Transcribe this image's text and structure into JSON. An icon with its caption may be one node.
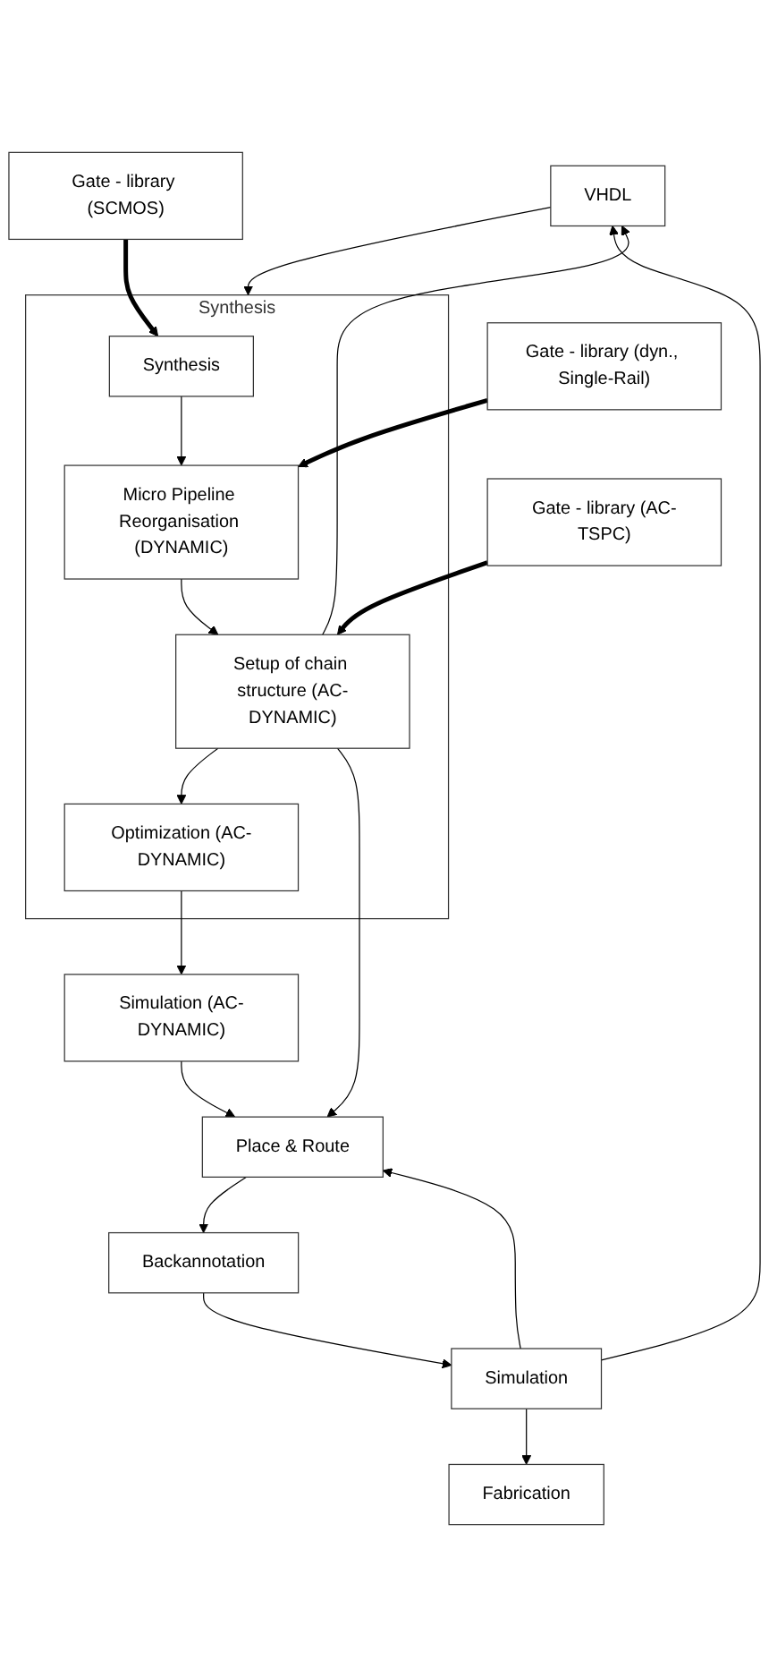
{
  "diagram": {
    "nodes": [
      {
        "text": [
          "VHDL"
        ]
      },
      {
        "text": [
          "Synthesis"
        ]
      },
      {
        "text": [
          "Synthesis"
        ],
        "in": 1
      },
      {
        "text": [
          "Micro Pipeline Reorganisation (DYNAMIC)"
        ],
        "in": 1
      },
      {
        "text": [
          "Setup of chain structure (AC-DYNAMIC)"
        ],
        "in": 1
      },
      {
        "text": [
          "Optimization (AC-DYNAMIC)"
        ],
        "in": 1
      },
      {
        "text": [
          "Gate - library (SCMOS)"
        ]
      },
      {
        "text": [
          "Gate - library (dyn., Single-Rail)"
        ]
      },
      {
        "text": [
          "Gate - library (AC-TSPC)"
        ]
      },
      {
        "text": [
          "Simulation (AC-DYNAMIC)"
        ]
      },
      {
        "text": [
          "Place & Route"
        ]
      },
      {
        "text": [
          "Backannotation"
        ]
      },
      {
        "text": [
          "Simulation"
        ]
      },
      {
        "text": [
          "Fabrication"
        ]
      }
    ],
    "edges": [
      {
        "from": 0,
        "to": 1,
        "arrow": "to"
      },
      {
        "from": 2,
        "to": 3,
        "arrow": "to"
      },
      {
        "from": 3,
        "to": 4,
        "arrow": "to"
      },
      {
        "from": 4,
        "to": 5,
        "arrow": "to"
      },
      {
        "from": 6,
        "to": 2,
        "arrow": "to",
        "style": "thick"
      },
      {
        "from": 7,
        "to": 3,
        "arrow": "to",
        "style": "thick"
      },
      {
        "from": 8,
        "to": 4,
        "arrow": "to",
        "style": "thick"
      },
      {
        "from": 5,
        "to": 9,
        "arrow": "to"
      },
      {
        "from": 9,
        "to": 10,
        "arrow": "to"
      },
      {
        "from": 10,
        "to": 11,
        "arrow": "to"
      },
      {
        "from": 11,
        "to": 12,
        "arrow": "to"
      },
      {
        "from": 12,
        "to": 13,
        "arrow": "to"
      },
      {
        "from": 12,
        "to": 0,
        "arrow": "to"
      },
      {
        "from": 4,
        "to": 0,
        "arrow": "to"
      },
      {
        "from": 12,
        "to": 10,
        "arrow": "to"
      },
      {
        "from": 4,
        "to": 10,
        "arrow": "to"
      }
    ]
  }
}
